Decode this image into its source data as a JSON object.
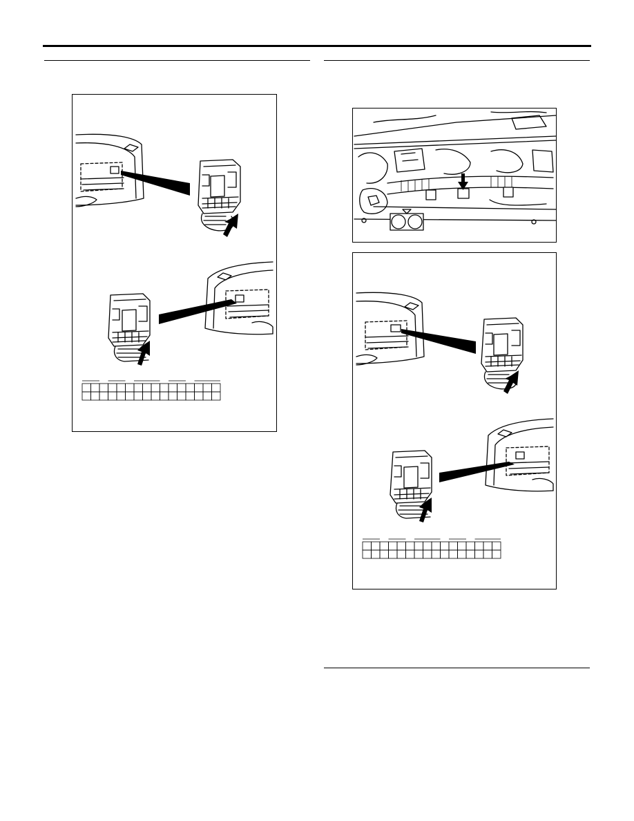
{
  "page": {
    "figures": [
      {
        "kind": "ecu-connector-illustration",
        "connector_cells": {
          "top_row": 16,
          "bottom_row": 16
        }
      },
      {
        "kind": "engine-harness-photo-illustration"
      },
      {
        "kind": "ecu-connector-illustration",
        "connector_cells": {
          "top_row": 16,
          "bottom_row": 16
        }
      }
    ]
  },
  "colors": {
    "ink": "#000000",
    "paper": "#ffffff"
  },
  "icons": [
    "arrow-up-icon",
    "arrow-down-icon"
  ]
}
